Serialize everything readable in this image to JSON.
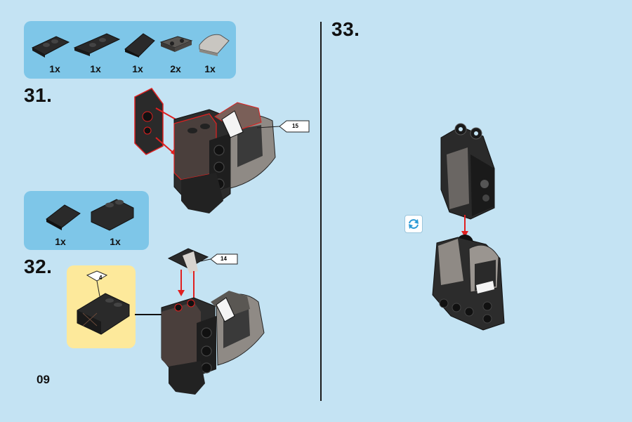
{
  "steps": {
    "s31": "31.",
    "s32": "32.",
    "s33": "33."
  },
  "parts_31": [
    "1x",
    "1x",
    "1x",
    "2x",
    "1x"
  ],
  "parts_32": [
    "1x",
    "1x"
  ],
  "tags": {
    "tag15": "15",
    "tag14": "14",
    "tag4": "4"
  },
  "page_number": "09",
  "icons": {
    "rotate": "rotate-icon"
  },
  "colors": {
    "background": "#c4e3f3",
    "parts_box": "#7ec6e8",
    "callout": "#fde99b",
    "arrow": "#e02020",
    "brick_dark": "#2a2a2a",
    "brick_gray": "#8f8a85"
  }
}
